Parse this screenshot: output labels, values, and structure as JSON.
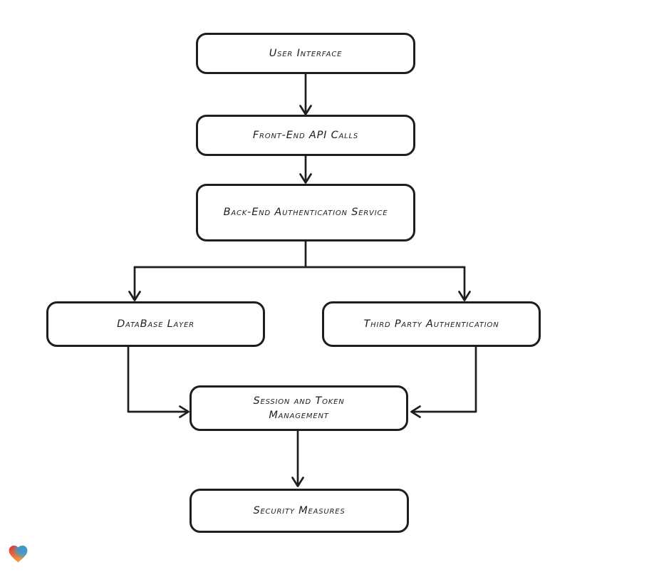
{
  "diagram": {
    "type": "flowchart",
    "background": "#ffffff",
    "stroke_color": "#1e1e1e",
    "node_fill": "#ffffff",
    "nodes": [
      {
        "id": "user-interface",
        "label": "User Interface"
      },
      {
        "id": "front-end-api-calls",
        "label": "Front-End API Calls"
      },
      {
        "id": "back-end-authentication-service",
        "label": "Back-End Authentication Service"
      },
      {
        "id": "database-layer",
        "label": "DataBase Layer"
      },
      {
        "id": "third-party-authentication",
        "label": "Third Party Authentication"
      },
      {
        "id": "session-and-token-management",
        "label": "Session and Token Management"
      },
      {
        "id": "security-measures",
        "label": "Security Measures"
      }
    ],
    "edges": [
      {
        "from": "user-interface",
        "to": "front-end-api-calls"
      },
      {
        "from": "front-end-api-calls",
        "to": "back-end-authentication-service"
      },
      {
        "from": "back-end-authentication-service",
        "to": "database-layer"
      },
      {
        "from": "back-end-authentication-service",
        "to": "third-party-authentication"
      },
      {
        "from": "database-layer",
        "to": "session-and-token-management"
      },
      {
        "from": "third-party-authentication",
        "to": "session-and-token-management"
      },
      {
        "from": "session-and-token-management",
        "to": "security-measures"
      }
    ]
  },
  "branding": {
    "logo_icon": "gradient-heart-icon",
    "logo_colors": {
      "red": "#e0312d",
      "blue": "#2f9fd6",
      "orange": "#f6a13e"
    }
  }
}
